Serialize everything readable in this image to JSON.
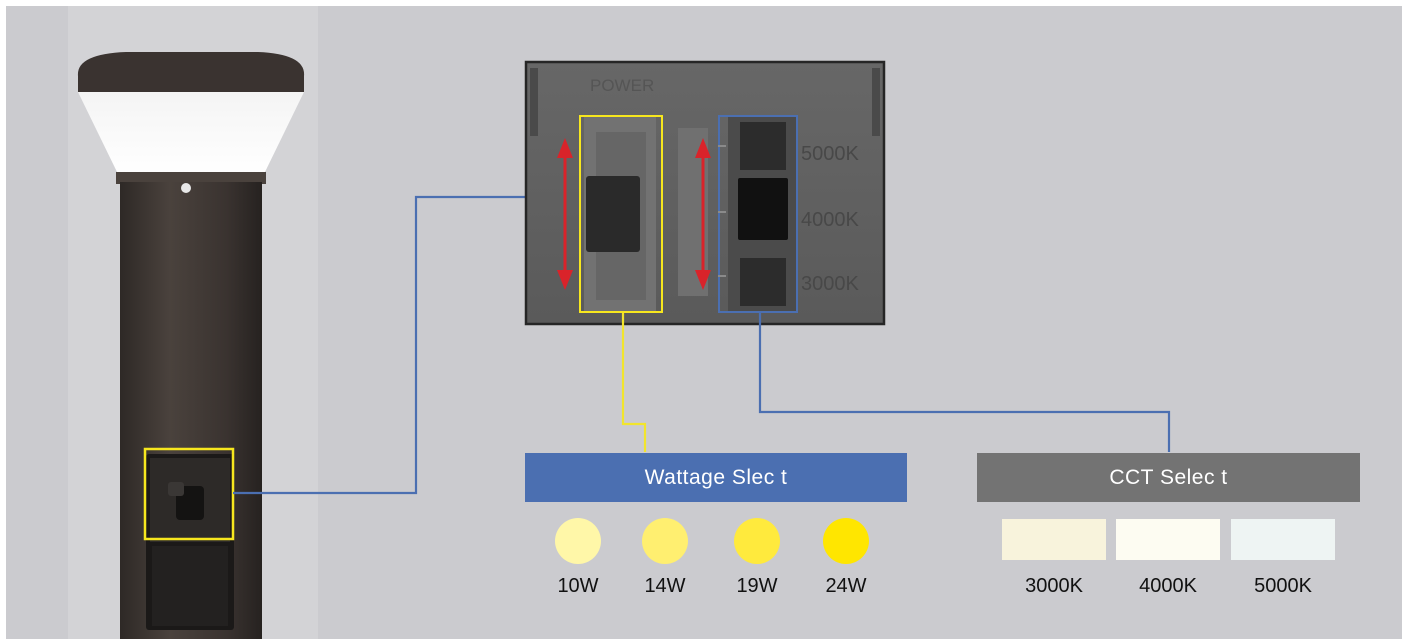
{
  "switch_panel": {
    "power_label": "POWER",
    "cct_marks": [
      "5000K",
      "4000K",
      "3000K"
    ]
  },
  "wattage": {
    "title": "Wattage Slec t",
    "options": [
      {
        "label": "10W",
        "color": "#fff7a8"
      },
      {
        "label": "14W",
        "color": "#ffef70"
      },
      {
        "label": "19W",
        "color": "#ffea3d"
      },
      {
        "label": "24W",
        "color": "#ffe600"
      }
    ]
  },
  "cct": {
    "title": "CCT Selec t",
    "options": [
      {
        "label": "3000K",
        "color": "#f8f3dc"
      },
      {
        "label": "4000K",
        "color": "#fdfcf2"
      },
      {
        "label": "5000K",
        "color": "#eef4f3"
      }
    ]
  },
  "colors": {
    "background": "#cbcbcf",
    "connector_blue": "#4b6fb1",
    "connector_yellow": "#f2e52c",
    "highlight_yellow": "#f7e71e",
    "arrow_red": "#d9232a",
    "bollard": "#3a3330"
  }
}
